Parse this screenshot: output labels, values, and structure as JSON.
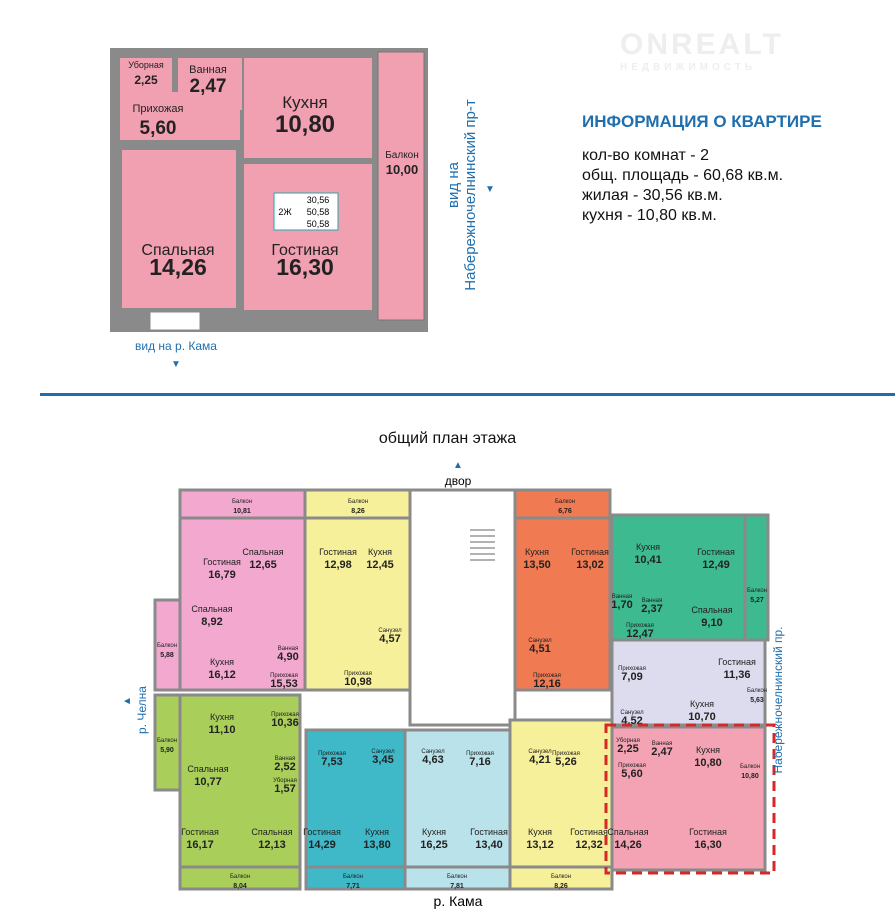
{
  "watermark": {
    "brand": "ONREALT",
    "sub": "НЕДВИЖИМОСТЬ"
  },
  "apartment": {
    "rooms": [
      {
        "name": "Уборная",
        "area": "2,25"
      },
      {
        "name": "Ванная",
        "area": "2,47"
      },
      {
        "name": "Прихожая",
        "area": "5,60"
      },
      {
        "name": "Кухня",
        "area": "10,80"
      },
      {
        "name": "Спальная",
        "area": "14,26"
      },
      {
        "name": "Гостиная",
        "area": "16,30"
      },
      {
        "name": "Балкон",
        "area": "10,00"
      }
    ],
    "table": {
      "type": "2Ж",
      "values": [
        "30,56",
        "50,58",
        "50,58"
      ]
    },
    "view_right": [
      "вид на",
      "Набережночелнинский пр-т"
    ],
    "view_bottom": "вид на р. Кама",
    "arrow": "▼"
  },
  "info": {
    "title": "ИНФОРМАЦИЯ О КВАРТИРЕ",
    "lines": [
      "кол-во комнат - 2",
      "общ. площадь - 60,68 кв.м.",
      "жилая - 30,56 кв.м.",
      "кухня - 10,80 кв.м."
    ]
  },
  "floor": {
    "title": "общий план этажа",
    "north": "двор",
    "left": "р. Челна",
    "right": "Набережночелнинский пр.",
    "bottom": "р. Кама",
    "colors": {
      "pink": "#f2a8cf",
      "yellow": "#f7f09a",
      "orange": "#f07a52",
      "green": "#3dba8f",
      "lavender": "#dcdcee",
      "rose": "#f3a3b4",
      "lime": "#a9cf5a",
      "teal": "#3fb8c8",
      "cyan": "#b9e2ea",
      "wall": "#8a8a8a",
      "highlight": "#d62828",
      "accent": "#1f6fae"
    },
    "units": [
      {
        "color": "pink",
        "rooms": [
          {
            "name": "Балкон",
            "area": "10,81"
          },
          {
            "name": "Гостиная",
            "area": "16,79"
          },
          {
            "name": "Спальная",
            "area": "12,65"
          },
          {
            "name": "Спальная",
            "area": "8,92"
          },
          {
            "name": "Кухня",
            "area": "16,12"
          },
          {
            "name": "Ванная",
            "area": "4,90"
          },
          {
            "name": "Прихожая",
            "area": "15,53"
          },
          {
            "name": "Балкон",
            "area": "5,88"
          }
        ]
      },
      {
        "color": "yellow",
        "rooms": [
          {
            "name": "Балкон",
            "area": "8,26"
          },
          {
            "name": "Гостиная",
            "area": "12,98"
          },
          {
            "name": "Кухня",
            "area": "12,45"
          },
          {
            "name": "Санузел",
            "area": "4,57"
          },
          {
            "name": "Прихожая",
            "area": "10,98"
          }
        ]
      },
      {
        "color": "orange",
        "rooms": [
          {
            "name": "Балкон",
            "area": "6,76"
          },
          {
            "name": "Кухня",
            "area": "13,50"
          },
          {
            "name": "Гостиная",
            "area": "13,02"
          },
          {
            "name": "Санузел",
            "area": "4,51"
          },
          {
            "name": "Прихожая",
            "area": "12,16"
          }
        ]
      },
      {
        "color": "green",
        "rooms": [
          {
            "name": "Кухня",
            "area": "10,41"
          },
          {
            "name": "Гостиная",
            "area": "12,49"
          },
          {
            "name": "Ванная",
            "area": "1,70"
          },
          {
            "name": "Ванная",
            "area": "2,37"
          },
          {
            "name": "Прихожая",
            "area": "12,47"
          },
          {
            "name": "Спальная",
            "area": "9,10"
          },
          {
            "name": "Балкон",
            "area": "5,27"
          }
        ]
      },
      {
        "color": "lavender",
        "rooms": [
          {
            "name": "Прихожая",
            "area": "7,09"
          },
          {
            "name": "Гостиная",
            "area": "11,36"
          },
          {
            "name": "Кухня",
            "area": "10,70"
          },
          {
            "name": "Санузел",
            "area": "4,52"
          },
          {
            "name": "Балкон",
            "area": "5,63"
          }
        ]
      },
      {
        "color": "rose",
        "rooms": [
          {
            "name": "Уборная",
            "area": "2,25"
          },
          {
            "name": "Ванная",
            "area": "2,47"
          },
          {
            "name": "Прихожая",
            "area": "5,60"
          },
          {
            "name": "Кухня",
            "area": "10,80"
          },
          {
            "name": "Балкон",
            "area": "10,80"
          },
          {
            "name": "Спальная",
            "area": "14,26"
          },
          {
            "name": "Гостиная",
            "area": "16,30"
          }
        ]
      },
      {
        "color": "lime",
        "rooms": [
          {
            "name": "Кухня",
            "area": "11,10"
          },
          {
            "name": "Прихожая",
            "area": "10,36"
          },
          {
            "name": "Ванная",
            "area": "2,52"
          },
          {
            "name": "Уборная",
            "area": "1,57"
          },
          {
            "name": "Спальная",
            "area": "10,77"
          },
          {
            "name": "Гостиная",
            "area": "16,17"
          },
          {
            "name": "Спальная",
            "area": "12,13"
          },
          {
            "name": "Балкон",
            "area": "8,04"
          },
          {
            "name": "Балкон",
            "area": "5,90"
          }
        ]
      },
      {
        "color": "teal",
        "rooms": [
          {
            "name": "Прихожая",
            "area": "7,53"
          },
          {
            "name": "Санузел",
            "area": "3,45"
          },
          {
            "name": "Гостиная",
            "area": "14,29"
          },
          {
            "name": "Кухня",
            "area": "13,80"
          },
          {
            "name": "Балкон",
            "area": "7,71"
          }
        ]
      },
      {
        "color": "cyan",
        "rooms": [
          {
            "name": "Санузел",
            "area": "4,63"
          },
          {
            "name": "Прихожая",
            "area": "7,16"
          },
          {
            "name": "Кухня",
            "area": "16,25"
          },
          {
            "name": "Гостиная",
            "area": "13,40"
          },
          {
            "name": "Балкон",
            "area": "7,81"
          }
        ]
      },
      {
        "color": "yellow",
        "rooms": [
          {
            "name": "Санузел",
            "area": "4,21"
          },
          {
            "name": "Прихожая",
            "area": "5,26"
          },
          {
            "name": "Кухня",
            "area": "13,12"
          },
          {
            "name": "Гостиная",
            "area": "12,32"
          },
          {
            "name": "Балкон",
            "area": "8,26"
          }
        ]
      }
    ]
  }
}
